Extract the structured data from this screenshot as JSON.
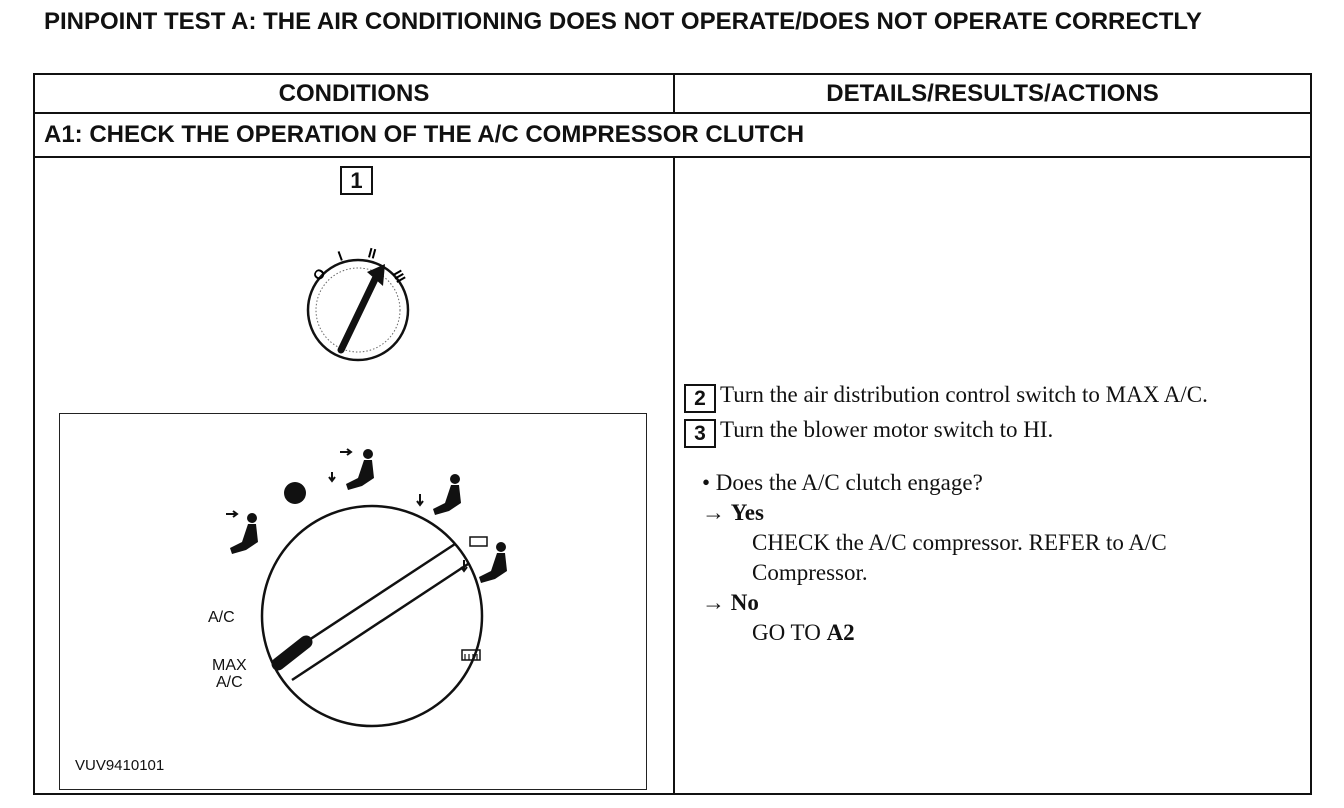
{
  "title": "PINPOINT TEST A: THE AIR CONDITIONING DOES NOT OPERATE/DOES NOT OPERATE CORRECTLY",
  "table": {
    "header_conditions": "CONDITIONS",
    "header_details": "DETAILS/RESULTS/ACTIONS",
    "step_title": "A1: CHECK THE OPERATION OF THE A/C COMPRESSOR CLUTCH"
  },
  "conditions": {
    "box1": "1",
    "ignition_positions": [
      "O",
      "I",
      "II",
      "III"
    ],
    "dial_labels": {
      "ac": "A/C",
      "max_line1": "MAX",
      "max_line2": "A/C"
    },
    "figure_code": "VUV9410101"
  },
  "details": {
    "step2_num": "2",
    "step2_text": "Turn the air distribution control switch to MAX A/C.",
    "step3_num": "3",
    "step3_text": "Turn the blower motor switch to HI.",
    "question": "• Does the A/C clutch engage?",
    "yes_arrow": "→ ",
    "yes_label": "Yes",
    "yes_action_1": "CHECK the A/C compressor.  REFER to A/C",
    "yes_action_2": "Compressor.",
    "no_arrow": "→ ",
    "no_label": "No",
    "no_action_prefix": "GO TO ",
    "no_action_ref": "A2"
  }
}
